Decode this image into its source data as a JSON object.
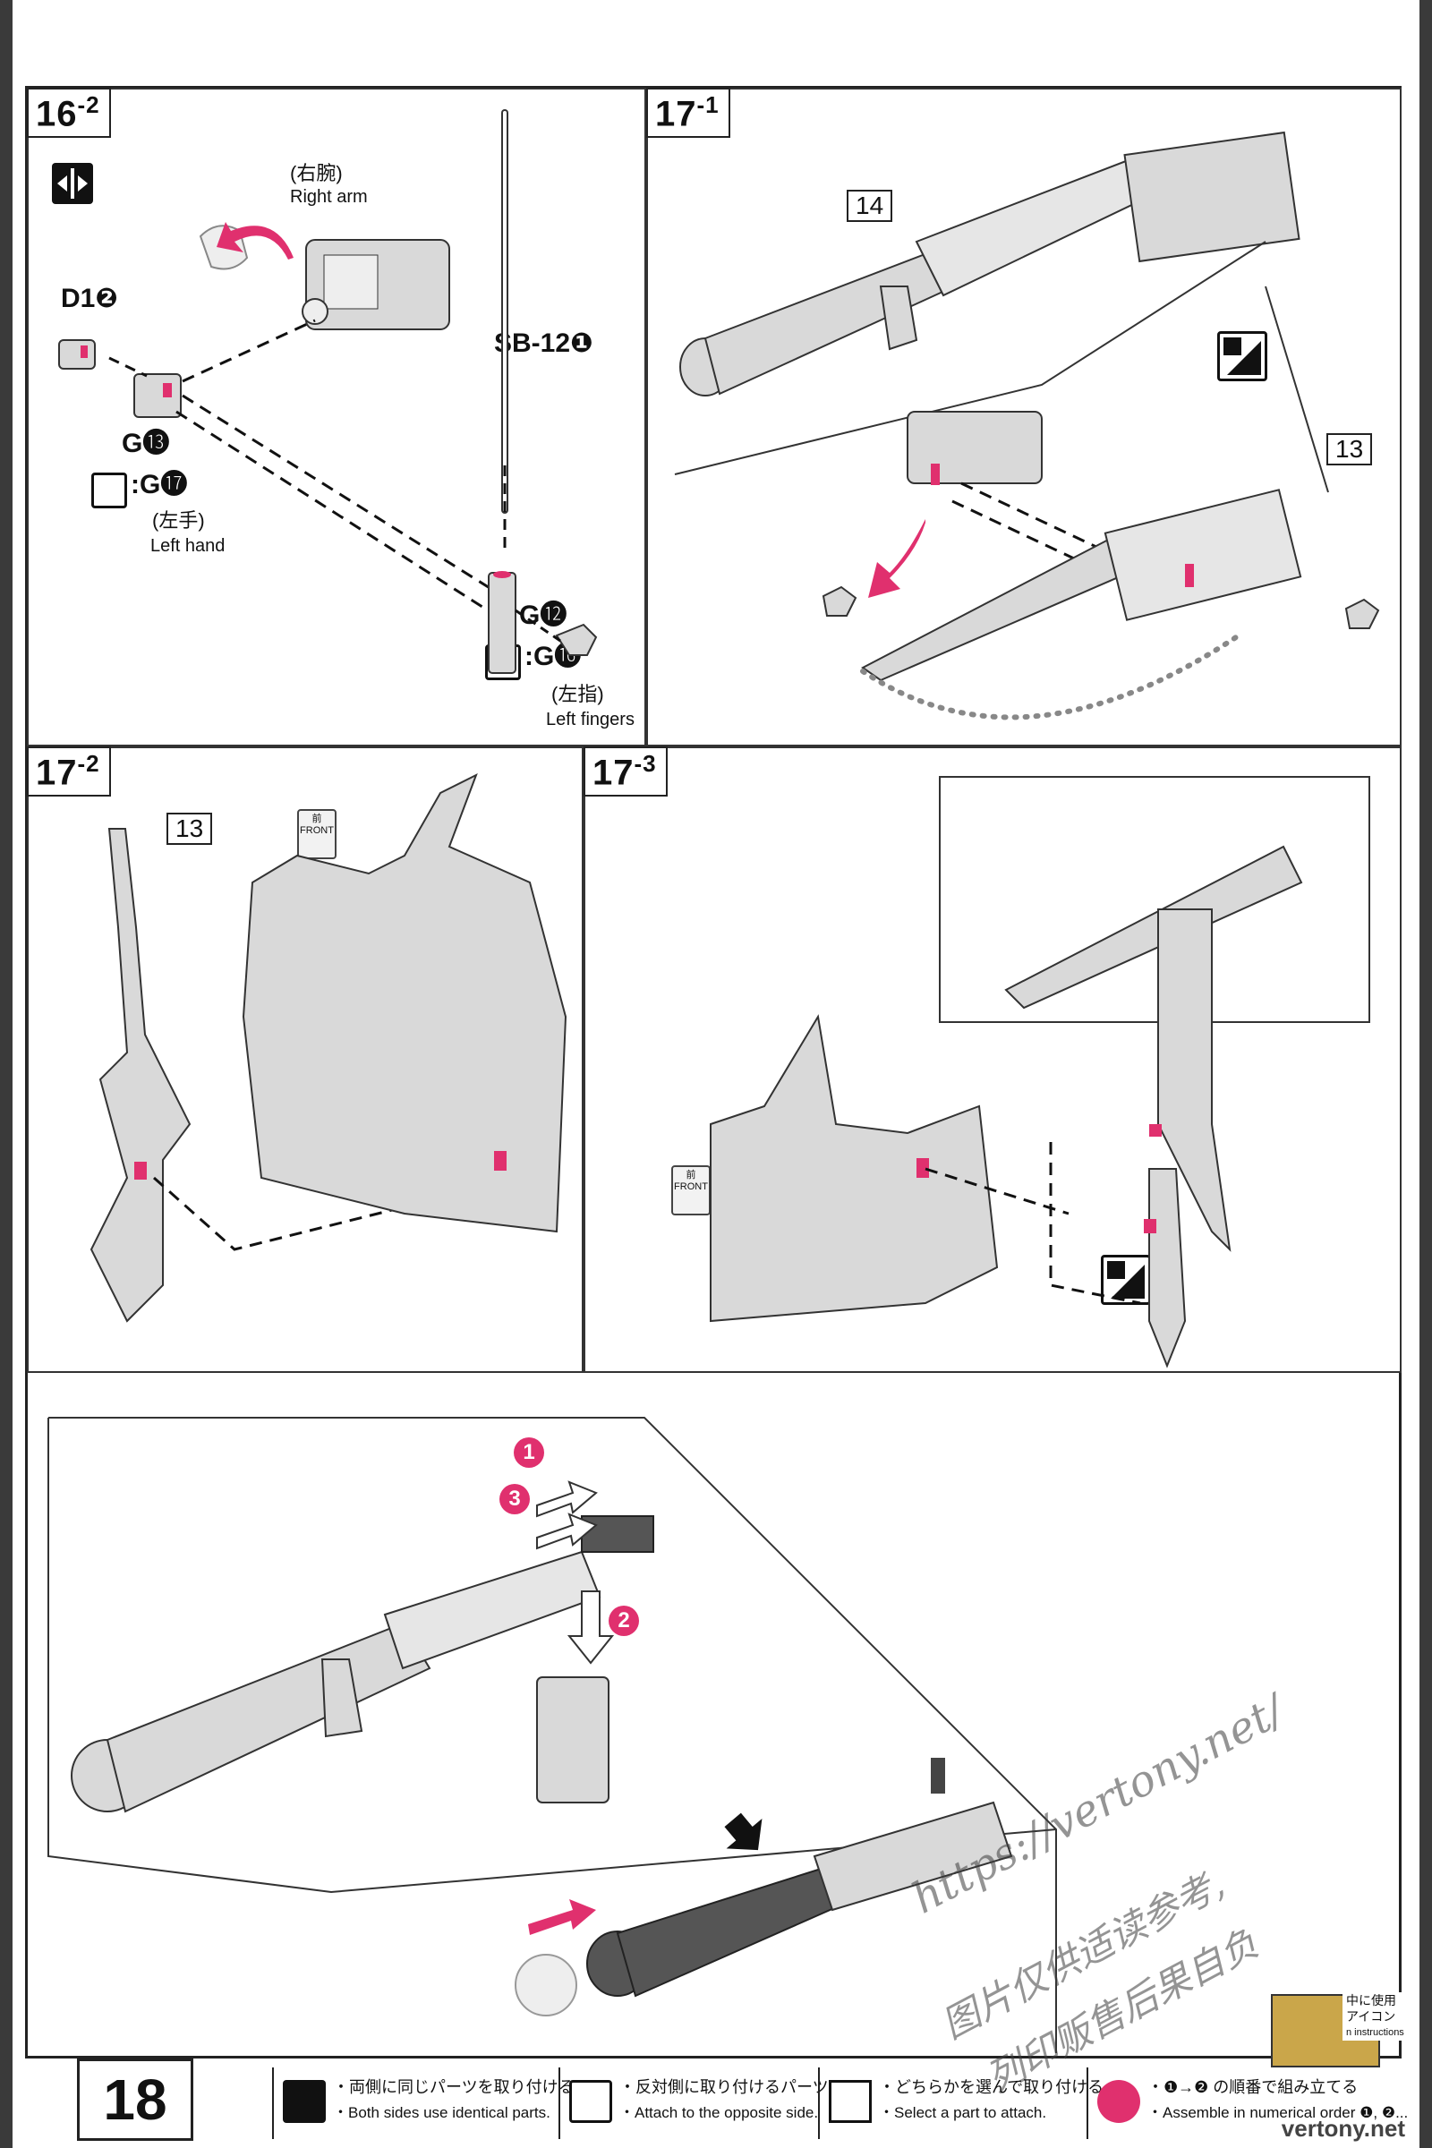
{
  "steps": {
    "s16_2": {
      "main": "16",
      "sub": "-2"
    },
    "s17_1": {
      "main": "17",
      "sub": "-1"
    },
    "s17_2": {
      "main": "17",
      "sub": "-2"
    },
    "s17_3": {
      "main": "17",
      "sub": "-3"
    }
  },
  "step16": {
    "right_arm_jp": "(右腕)",
    "right_arm_en": "Right arm",
    "part_d1": "D1❷",
    "part_sb12": "SB-12❶",
    "part_g13": "G⓭",
    "alt_g17": ":G⓱",
    "left_hand_jp": "(左手)",
    "left_hand_en": "Left hand",
    "part_g12": "G⓬",
    "alt_g16": ":G⓰",
    "left_fingers_jp": "(左指)",
    "left_fingers_en": "Left fingers"
  },
  "step17": {
    "part_14": "14",
    "part_13": "13",
    "part_13b": "13",
    "front_jp": "前",
    "front_en": "FRONT",
    "front2_jp": "前",
    "front2_en": "FRONT"
  },
  "assembly_numbers": [
    "1",
    "3",
    "2"
  ],
  "page": {
    "number": "18"
  },
  "legend": [
    {
      "jp": "・両側に同じパーツを取り付ける",
      "en": "・Both sides use identical parts."
    },
    {
      "jp": "・反対側に取り付けるパーツ",
      "en": "・Attach to the opposite side."
    },
    {
      "jp": "・どちらかを選んで取り付ける",
      "en": "・Select a part to attach."
    },
    {
      "jp": "・❶→❷ の順番で組み立てる",
      "en": "・Assemble in numerical order ❶, ❷..."
    }
  ],
  "corner_note": {
    "l1": "中に使用",
    "l2": "アイコン",
    "l3": "n instructions"
  },
  "watermark": {
    "url": "https://vertony.net/",
    "line1": "图片仅供适读参考,",
    "line2": "列印贩售后果自负"
  },
  "logo_text": "VERTONY .NET",
  "site": "vertony.net",
  "colors": {
    "accent": "#e0306e",
    "panel_border": "#333333",
    "part_fill": "#d9d9d9"
  }
}
